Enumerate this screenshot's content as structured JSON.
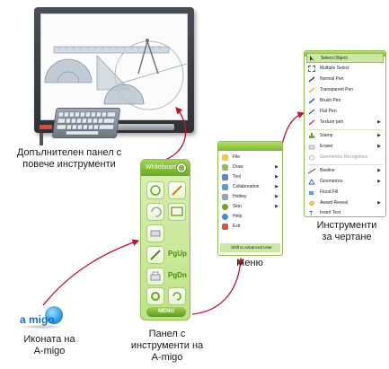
{
  "toolbar": {
    "title": "Whiteboard",
    "close_glyph": "⊗",
    "page_up_label": "PgUp",
    "page_down_label": "PgDn",
    "menu_label": "MENU",
    "icons": [
      "select-icon",
      "pen-icon",
      "undo-icon",
      "eraser-icon",
      "screen-icon",
      "pen-green-icon",
      "print-icon",
      "camera-icon",
      "gears-icon",
      "refresh-icon"
    ]
  },
  "main_menu": {
    "items": [
      {
        "label": "File",
        "icon": "folder-icon",
        "has_submenu": false
      },
      {
        "label": "Draw",
        "icon": "draw-icon",
        "has_submenu": true
      },
      {
        "label": "Tool",
        "icon": "tool-icon",
        "has_submenu": true
      },
      {
        "label": "Collaboration",
        "icon": "collaboration-icon",
        "has_submenu": true
      },
      {
        "label": "Hotkey",
        "icon": "hotkey-icon",
        "has_submenu": true
      },
      {
        "label": "Skin",
        "icon": "skin-icon",
        "has_submenu": true
      },
      {
        "label": "Help",
        "icon": "help-icon",
        "has_submenu": false
      },
      {
        "label": "Exit",
        "icon": "exit-icon",
        "has_submenu": false
      }
    ],
    "footer_label": "Shift to Advanced User"
  },
  "draw_menu": {
    "items": [
      {
        "label": "Select Object",
        "icon": "cursor-icon",
        "has_submenu": false,
        "state": "active"
      },
      {
        "label": "Multiple Select",
        "icon": "multi-select-icon",
        "has_submenu": false,
        "state": "normal"
      },
      {
        "label": "Normal Pen",
        "icon": "pen-icon",
        "has_submenu": false,
        "state": "normal"
      },
      {
        "label": "Transparent Pen",
        "icon": "highlighter-icon",
        "has_submenu": false,
        "state": "normal"
      },
      {
        "label": "Brush Pen",
        "icon": "brush-icon",
        "has_submenu": false,
        "state": "normal"
      },
      {
        "label": "Flat Pen",
        "icon": "flat-pen-icon",
        "has_submenu": false,
        "state": "normal"
      },
      {
        "label": "Texture pen",
        "icon": "texture-pen-icon",
        "has_submenu": true,
        "state": "normal"
      },
      {
        "label": "Stamp",
        "icon": "stamp-icon",
        "has_submenu": true,
        "state": "normal"
      },
      {
        "label": "Eraser",
        "icon": "eraser-icon",
        "has_submenu": true,
        "state": "normal"
      },
      {
        "label": "Geometrics Recognition",
        "icon": "geometrics-recognition-icon",
        "has_submenu": false,
        "state": "disabled"
      },
      {
        "label": "Beeline",
        "icon": "beeline-icon",
        "has_submenu": true,
        "state": "normal"
      },
      {
        "label": "Geometrics",
        "icon": "geometrics-icon",
        "has_submenu": true,
        "state": "normal"
      },
      {
        "label": "Flood Fill",
        "icon": "flood-fill-icon",
        "has_submenu": false,
        "state": "normal"
      },
      {
        "label": "Award Reveal",
        "icon": "award-reveal-icon",
        "has_submenu": true,
        "state": "normal"
      },
      {
        "label": "Insert Text",
        "icon": "insert-text-icon",
        "has_submenu": false,
        "state": "normal"
      }
    ]
  },
  "captions": {
    "extra_panel_line1": "Допълнителен панел с",
    "extra_panel_line2": "повече инструменти",
    "drawing_tools_line1": "Инструменти",
    "drawing_tools_line2": "за чертане",
    "menu": "Меню",
    "amigo_icon_line1": "Иконата на",
    "amigo_icon_line2": "A-migo",
    "panel_line1": "Панел с",
    "panel_line2": "инструменти на",
    "panel_line3": "A-migo"
  },
  "logo": {
    "text": "a migo"
  },
  "colors": {
    "arrow": "#c8102e",
    "panel_green": "#7ab833",
    "logo_blue": "#1b6fb8"
  }
}
